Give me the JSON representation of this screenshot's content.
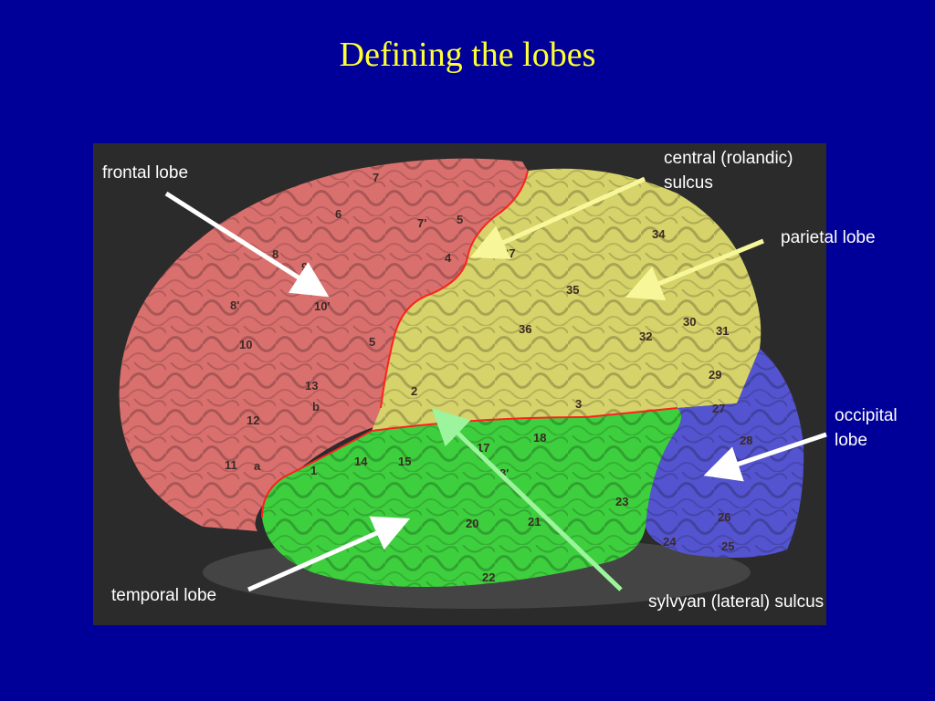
{
  "title": "Defining the lobes",
  "labels": {
    "frontal": "frontal lobe",
    "central": "central (rolandic)\nsulcus",
    "parietal": "parietal lobe",
    "occipital": "occipital\nlobe",
    "temporal": "temporal lobe",
    "sylvian": "sylvyan (lateral) sulcus"
  },
  "colors": {
    "frontal": "#d9706e",
    "parietal": "#d6d36a",
    "temporal": "#3ecf3e",
    "occipital": "#5454d0",
    "sulcus_line": "#ff2020",
    "background": "#000099",
    "title": "#ffff33"
  },
  "area_numbers": [
    "1",
    "2",
    "3",
    "4",
    "5",
    "6",
    "7",
    "7'",
    "8",
    "8'",
    "9",
    "10",
    "10'",
    "11",
    "12",
    "13",
    "14",
    "15",
    "17",
    "18",
    "20",
    "21",
    "22",
    "23",
    "24",
    "25",
    "26",
    "27",
    "28",
    "29",
    "30",
    "31",
    "32",
    "34",
    "35",
    "36",
    "37",
    "a",
    "b"
  ]
}
